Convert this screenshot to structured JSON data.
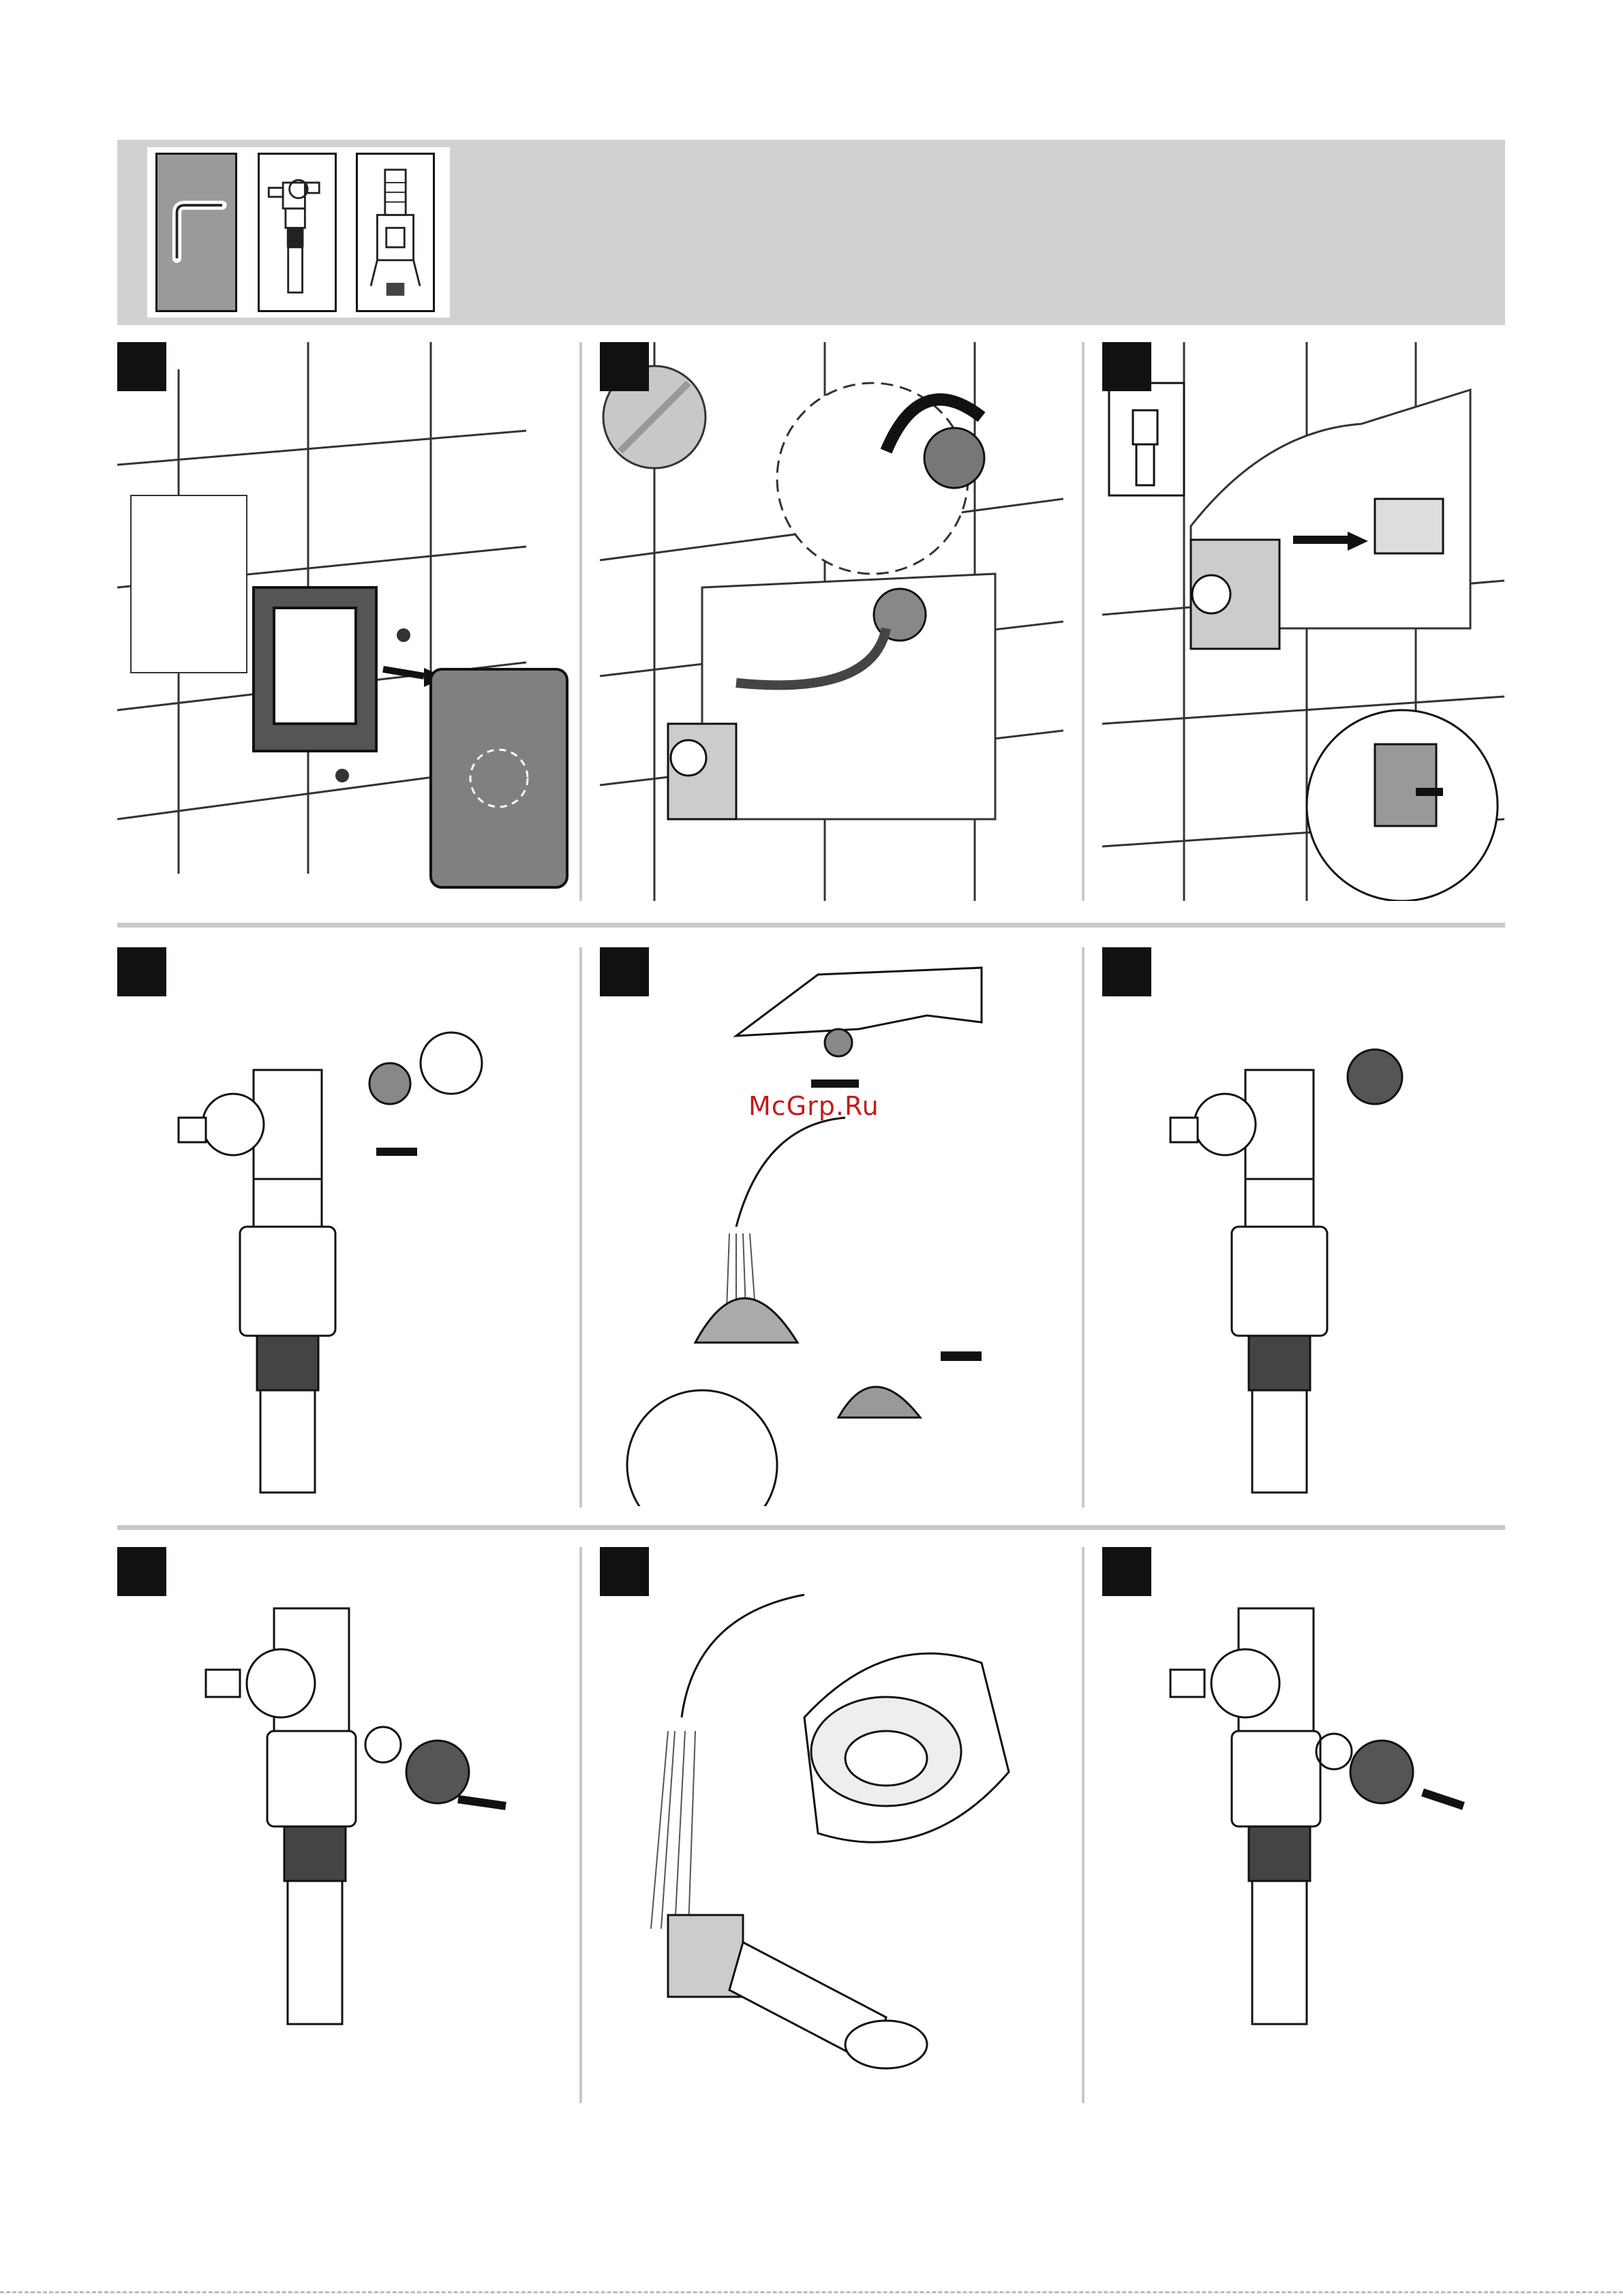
{
  "watermark": {
    "text": "McGrp.Ru"
  },
  "tools": [
    {
      "name": "hex-key-icon"
    },
    {
      "name": "fill-valve-icon"
    },
    {
      "name": "flush-valve-icon"
    }
  ],
  "steps": [
    {
      "panel": "remove-access-cover"
    },
    {
      "panel": "close-water-supply"
    },
    {
      "panel": "disconnect-fill-valve"
    },
    {
      "panel": "open-valve-head"
    },
    {
      "panel": "rinse-filter"
    },
    {
      "panel": "reassemble-valve-head"
    },
    {
      "panel": "remove-strainer"
    },
    {
      "panel": "rinse-valve-body"
    },
    {
      "panel": "refit-strainer"
    }
  ],
  "colors": {
    "gray_bar": "#d1d1d1",
    "separator": "#c8c8c8",
    "watermark": "#c41a1a",
    "step_box": "#111111"
  }
}
